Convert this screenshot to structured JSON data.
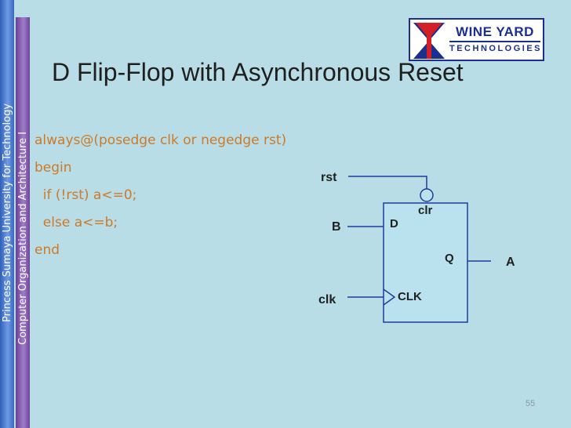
{
  "sidebar": {
    "line1": "Princess Sumaya University for Technology",
    "line2": "Computer Organization and Architecture I"
  },
  "logo": {
    "name": "WINE YARD",
    "sub": "TECHNOLOGIES",
    "colors": {
      "red": "#d41f26",
      "blue": "#1a2f8f"
    }
  },
  "slide": {
    "title": "D Flip-Flop with Asynchronous Reset",
    "code_lines": [
      "always@(posedge clk or negedge rst)",
      "begin",
      "  if (!rst) a<=0;",
      "  else a<=b;",
      "end"
    ],
    "page_number": "55"
  },
  "diagram": {
    "rst": "rst",
    "B": "B",
    "clk": "clk",
    "A": "A",
    "clr": "clr",
    "D": "D",
    "Q": "Q",
    "CLK": "CLK"
  },
  "colors": {
    "background": "#b8dde6",
    "code_text": "#cc7a2a",
    "wire": "#1f3c9e",
    "flipflop_fill": "#b9e2ee"
  }
}
